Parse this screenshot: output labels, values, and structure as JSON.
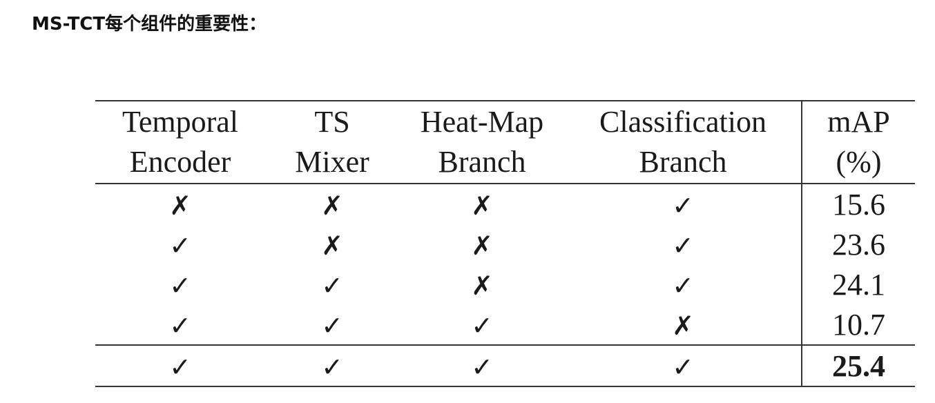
{
  "heading": "MS-TCT每个组件的重要性：",
  "table": {
    "headers": [
      [
        "Temporal",
        "Encoder"
      ],
      [
        "TS",
        "Mixer"
      ],
      [
        "Heat-Map",
        "Branch"
      ],
      [
        "Classification",
        "Branch"
      ],
      [
        "mAP",
        "(%)"
      ]
    ],
    "rows": [
      [
        "✗",
        "✗",
        "✗",
        "✓",
        "15.6"
      ],
      [
        "✓",
        "✗",
        "✗",
        "✓",
        "23.6"
      ],
      [
        "✓",
        "✓",
        "✗",
        "✓",
        "24.1"
      ],
      [
        "✓",
        "✓",
        "✓",
        "✗",
        "10.7"
      ],
      [
        "✓",
        "✓",
        "✓",
        "✓",
        "25.4"
      ]
    ]
  }
}
